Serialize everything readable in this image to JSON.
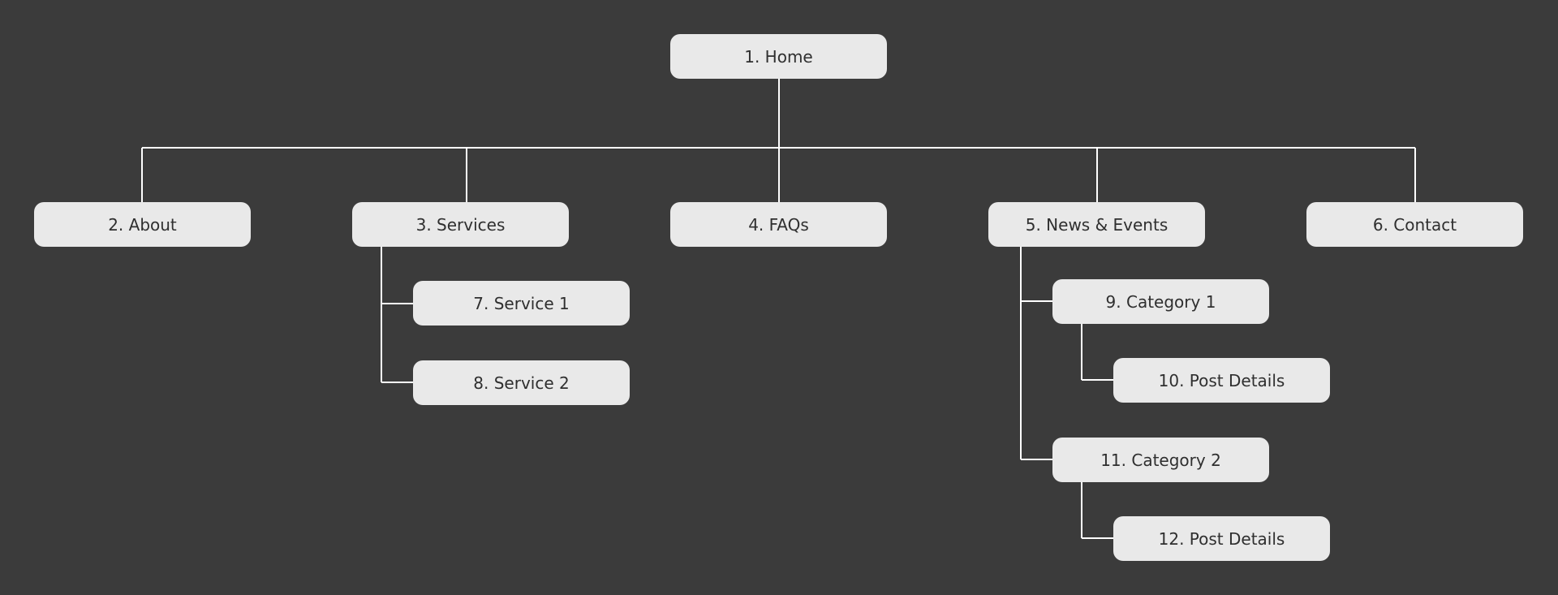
{
  "diagram": {
    "colors": {
      "background": "#3b3b3b",
      "node_fill": "#e9e9e9",
      "node_text": "#2f2f2f",
      "connector": "#ffffff"
    },
    "nodes": [
      {
        "id": "1",
        "label": "1. Home"
      },
      {
        "id": "2",
        "label": "2. About",
        "parent": "1"
      },
      {
        "id": "3",
        "label": "3. Services",
        "parent": "1"
      },
      {
        "id": "4",
        "label": "4. FAQs",
        "parent": "1"
      },
      {
        "id": "5",
        "label": "5. News & Events",
        "parent": "1"
      },
      {
        "id": "6",
        "label": "6. Contact",
        "parent": "1"
      },
      {
        "id": "7",
        "label": "7. Service 1",
        "parent": "3"
      },
      {
        "id": "8",
        "label": "8. Service 2",
        "parent": "3"
      },
      {
        "id": "9",
        "label": "9. Category 1",
        "parent": "5"
      },
      {
        "id": "10",
        "label": "10. Post Details",
        "parent": "9"
      },
      {
        "id": "11",
        "label": "11. Category 2",
        "parent": "5"
      },
      {
        "id": "12",
        "label": "12. Post Details",
        "parent": "11"
      }
    ]
  }
}
